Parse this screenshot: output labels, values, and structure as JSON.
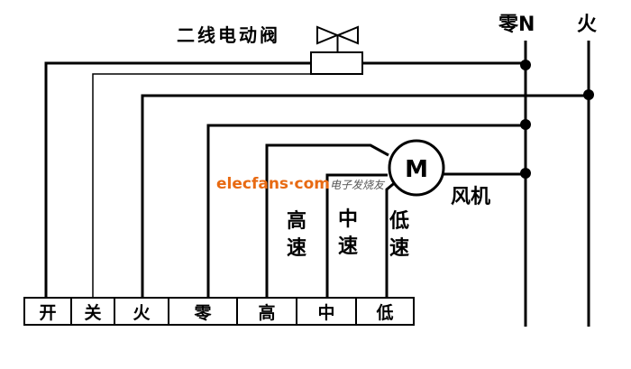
{
  "valve": {
    "label": "二线电动阀"
  },
  "rails": {
    "neutral": "零N",
    "live": "火"
  },
  "motor": {
    "symbol": "M",
    "label": "风机"
  },
  "speeds": {
    "high": [
      "高",
      "速"
    ],
    "mid": [
      "中",
      "速"
    ],
    "low": [
      "低",
      "速"
    ]
  },
  "watermark": {
    "brand": "elecfans·com",
    "sub": "电子发烧友"
  },
  "terminal_block": {
    "terminals": [
      {
        "label": "开"
      },
      {
        "label": "关"
      },
      {
        "label": "火"
      },
      {
        "label": "零"
      },
      {
        "label": "高"
      },
      {
        "label": "中"
      },
      {
        "label": "低"
      }
    ]
  }
}
